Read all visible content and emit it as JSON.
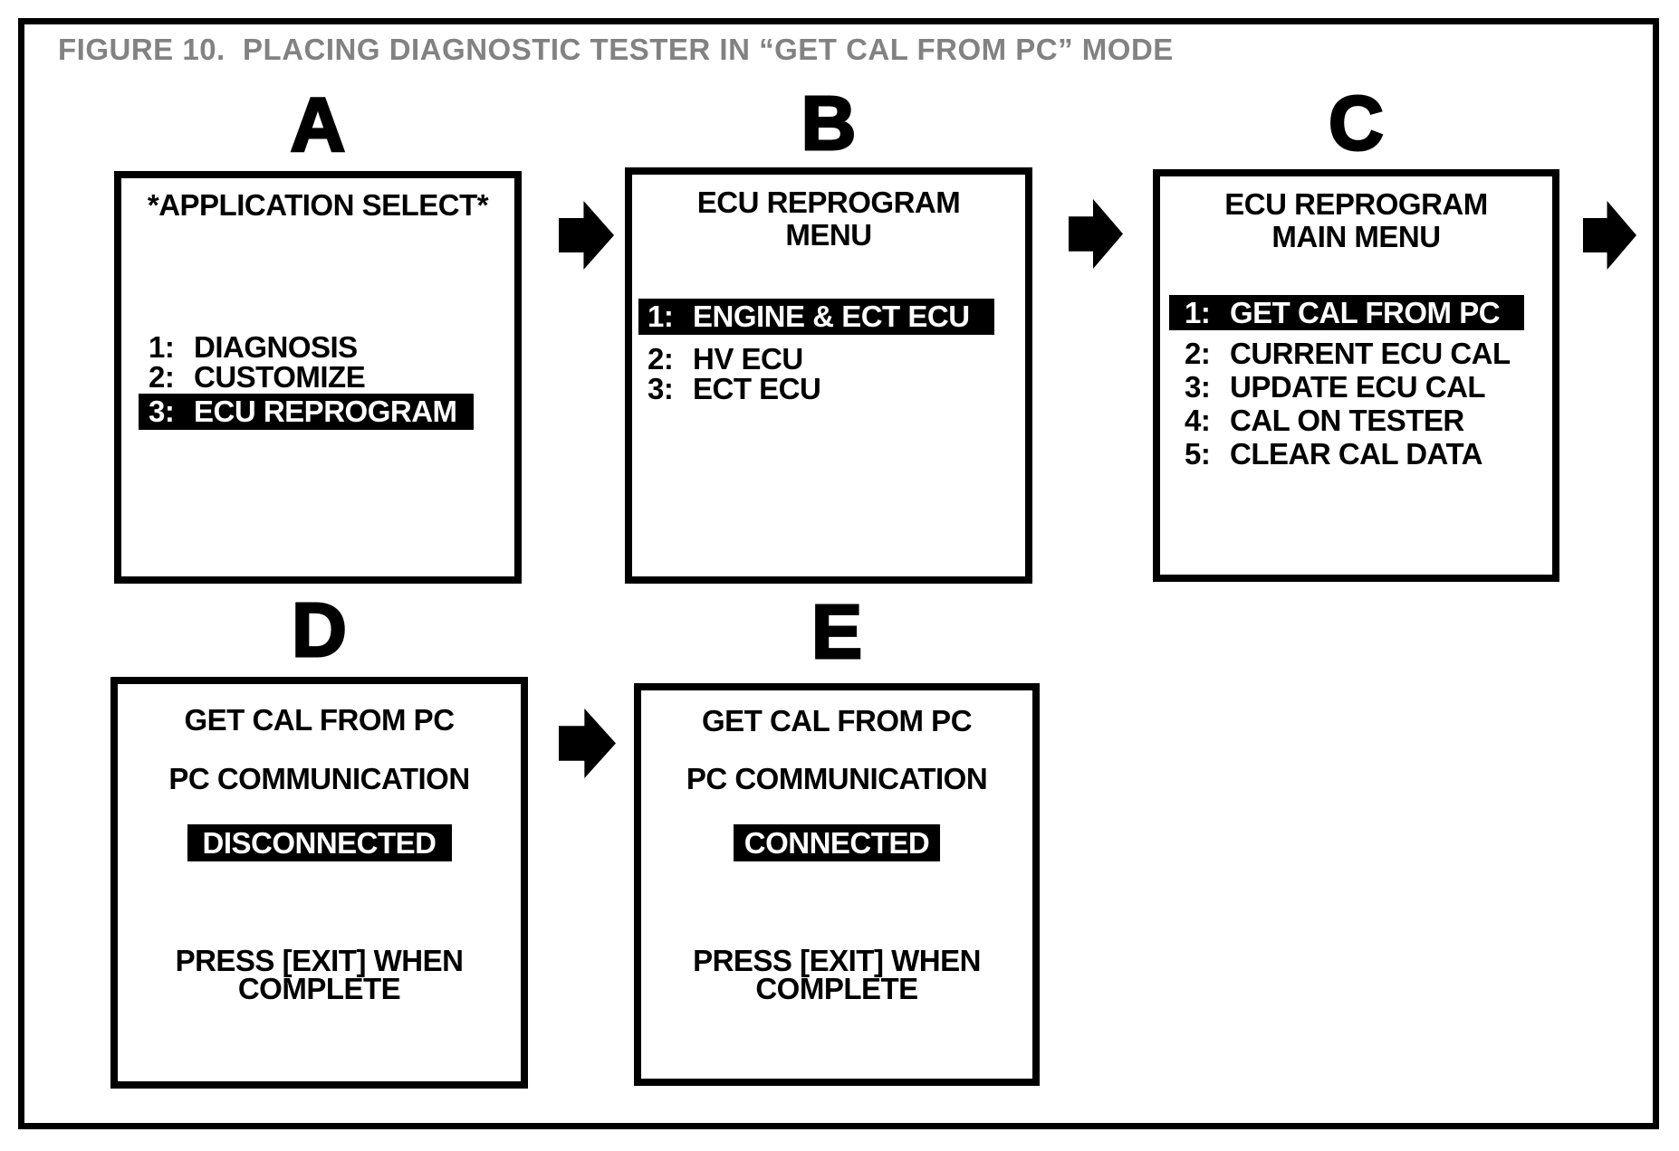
{
  "figure_title": "FIGURE 10.  PLACING DIAGNOSTIC TESTER IN “GET CAL FROM PC” MODE",
  "colors": {
    "ink": "#000000",
    "paper": "#ffffff",
    "title_gray": "#828282",
    "highlight_bg": "#000000",
    "highlight_text": "#ffffff"
  },
  "panels": {
    "a": {
      "label": "A",
      "screen_title": "*APPLICATION SELECT*",
      "menu": [
        {
          "num": "1:",
          "label": "DIAGNOSIS",
          "highlighted": false
        },
        {
          "num": "2:",
          "label": "CUSTOMIZE",
          "highlighted": false
        },
        {
          "num": "3:",
          "label": "ECU REPROGRAM",
          "highlighted": true
        }
      ]
    },
    "b": {
      "label": "B",
      "title_line1": "ECU REPROGRAM",
      "title_line2": "MENU",
      "menu": [
        {
          "num": "1:",
          "label": "ENGINE & ECT ECU",
          "highlighted": true
        },
        {
          "num": "2:",
          "label": "HV ECU",
          "highlighted": false
        },
        {
          "num": "3:",
          "label": "ECT ECU",
          "highlighted": false
        }
      ]
    },
    "c": {
      "label": "C",
      "title_line1": "ECU REPROGRAM",
      "title_line2": "MAIN MENU",
      "menu": [
        {
          "num": "1:",
          "label": "GET CAL FROM PC",
          "highlighted": true
        },
        {
          "num": "2:",
          "label": "CURRENT ECU CAL",
          "highlighted": false
        },
        {
          "num": "3:",
          "label": "UPDATE ECU CAL",
          "highlighted": false
        },
        {
          "num": "4:",
          "label": "CAL ON TESTER",
          "highlighted": false
        },
        {
          "num": "5:",
          "label": "CLEAR CAL DATA",
          "highlighted": false
        }
      ]
    },
    "d": {
      "label": "D",
      "line1": "GET CAL FROM PC",
      "line2": "PC COMMUNICATION",
      "status": "DISCONNECTED",
      "footer_line1": "PRESS [EXIT] WHEN",
      "footer_line2": "COMPLETE"
    },
    "e": {
      "label": "E",
      "line1": "GET CAL FROM PC",
      "line2": "PC COMMUNICATION",
      "status": "CONNECTED",
      "footer_line1": "PRESS [EXIT] WHEN",
      "footer_line2": "COMPLETE"
    }
  }
}
